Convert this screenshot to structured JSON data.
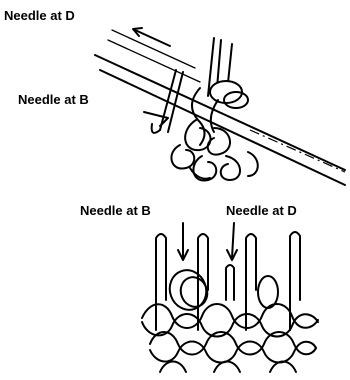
{
  "figure": {
    "top_view": {
      "label_needle_d": "Needle at D",
      "label_needle_b": "Needle at B"
    },
    "bottom_view": {
      "label_needle_b": "Needle at B",
      "label_needle_d": "Needle at D"
    }
  }
}
